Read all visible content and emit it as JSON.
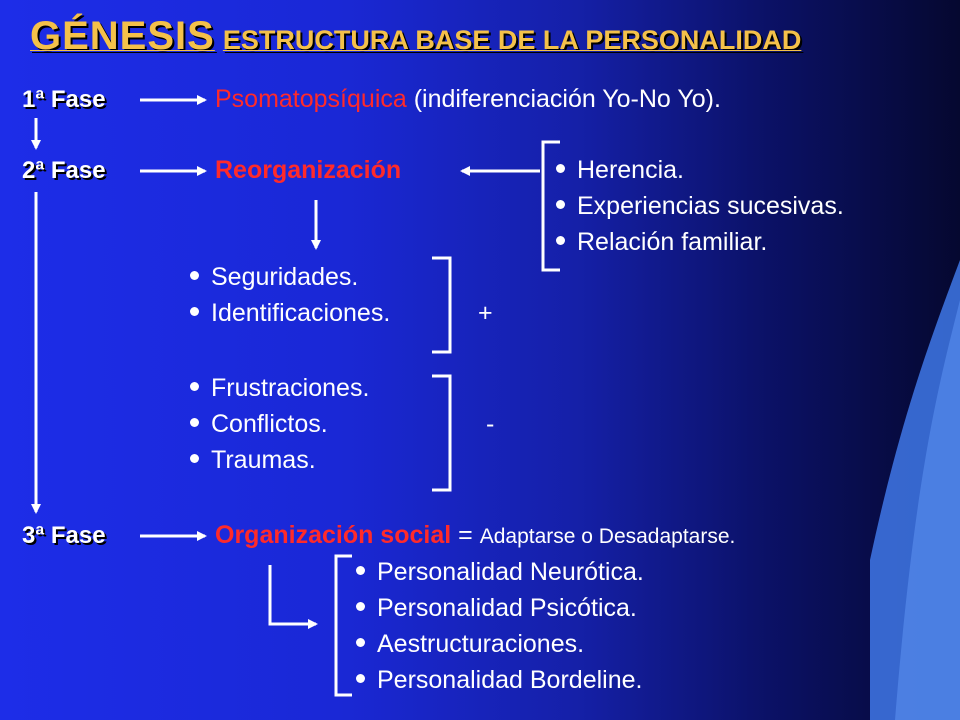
{
  "title": {
    "main": "GÉNESIS",
    "sub": "ESTRUCTURA BASE DE LA PERSONALIDAD"
  },
  "phase1": {
    "label": "1ª Fase",
    "name": "Psomatopsíquica",
    "detail": "(indiferenciación Yo-No Yo)."
  },
  "phase2": {
    "label": "2ª Fase",
    "name": "Reorganización",
    "influences": [
      "Herencia.",
      "Experiencias sucesivas.",
      "Relación familiar."
    ],
    "positive": {
      "items": [
        "Seguridades.",
        "Identificaciones."
      ],
      "sign": "+"
    },
    "negative": {
      "items": [
        "Frustraciones.",
        "Conflictos.",
        "Traumas."
      ],
      "sign": "-"
    }
  },
  "phase3": {
    "label": "3ª Fase",
    "name": "Organización social",
    "equals": "=",
    "result": "Adaptarse o Desadaptarse.",
    "outcomes": [
      "Personalidad Neurótica.",
      "Personalidad Psicótica.",
      "Aestructuraciones.",
      "Personalidad Bordeline."
    ]
  },
  "colors": {
    "background": "#1d2de8",
    "title": "#f4c14a",
    "highlight": "#ff2a2a",
    "text": "#ffffff"
  }
}
